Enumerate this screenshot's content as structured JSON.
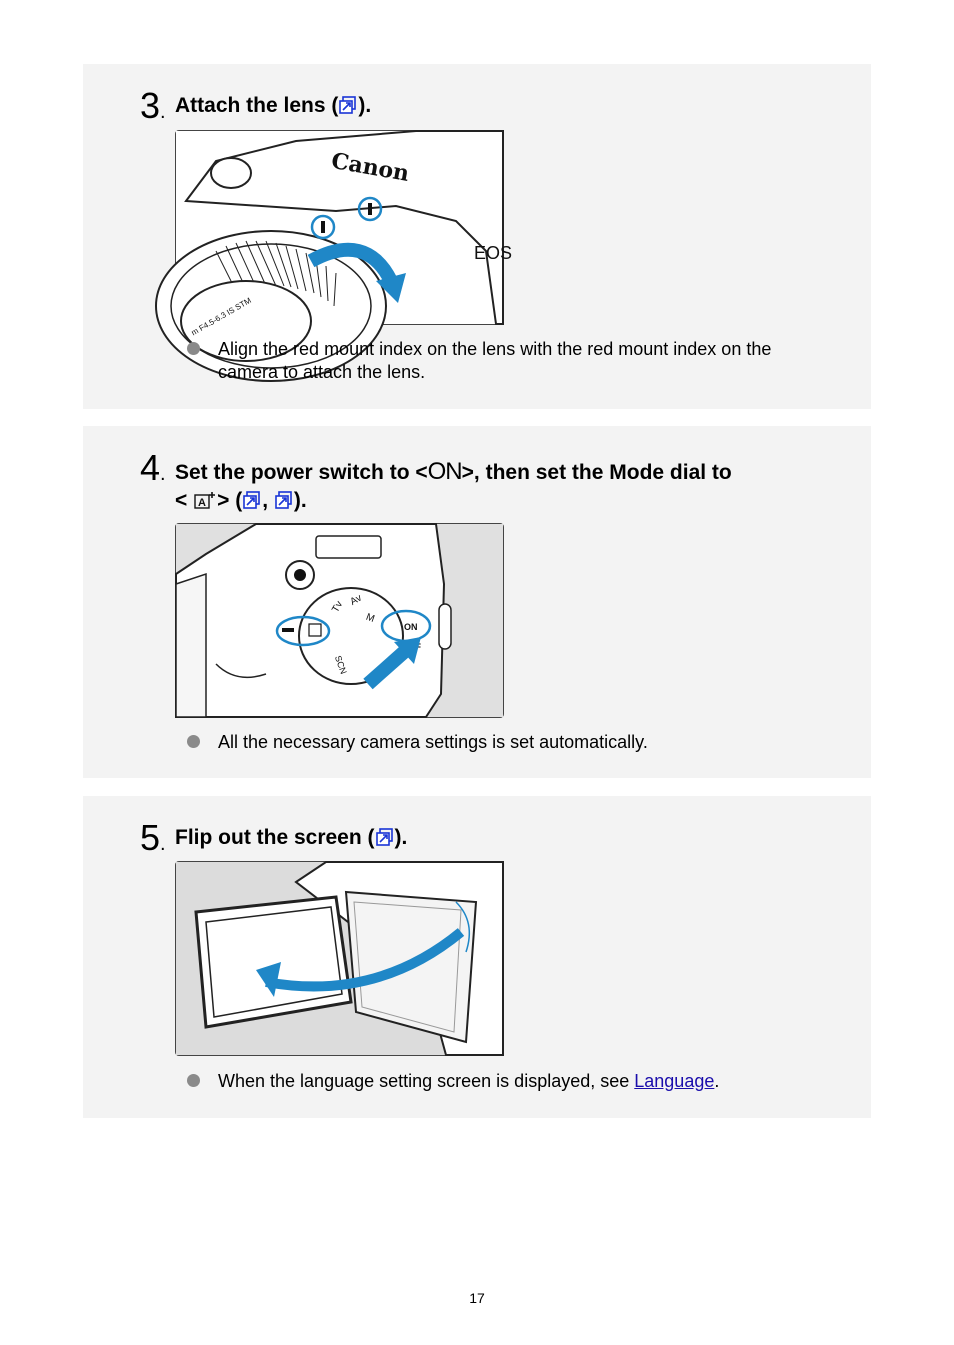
{
  "steps": [
    {
      "number": "3",
      "dot": ".",
      "title_prefix": "Attach the lens (",
      "title_suffix": ").",
      "bullet": "Align the red mount index on the lens with the red mount index on the camera to attach the lens.",
      "figure_labels": {
        "brand": "Canon",
        "model_partial": "EOS",
        "lens_text": "m F4.5-6.3 IS STM"
      }
    },
    {
      "number": "4",
      "dot": ".",
      "title_part1": "Set the power switch to <",
      "on_symbol": "ON",
      "title_part2": ">, then set the Mode dial to",
      "title_line2_prefix": "<",
      "title_line2_mid": "> (",
      "title_line2_comma": ",",
      "title_line2_suffix": ").",
      "bullet": "All the necessary camera settings is set automatically.",
      "figure_labels": {
        "on": "ON",
        "off": "OFF",
        "tv": "Tv",
        "av": "Av",
        "m": "M",
        "scn": "SCN"
      }
    },
    {
      "number": "5",
      "dot": ".",
      "title_prefix": "Flip out the screen (",
      "title_suffix": ").",
      "bullet_prefix": "When the language setting screen is displayed, see ",
      "bullet_link": "Language",
      "bullet_suffix": "."
    }
  ],
  "page_number": "17",
  "colors": {
    "panel": "#f3f3f3",
    "accent_blue": "#1f87c7",
    "link": "#1a0dab",
    "ref_icon": "#1a35d6"
  },
  "icons": [
    "reference-icon",
    "scene-intelligent-auto-icon"
  ]
}
